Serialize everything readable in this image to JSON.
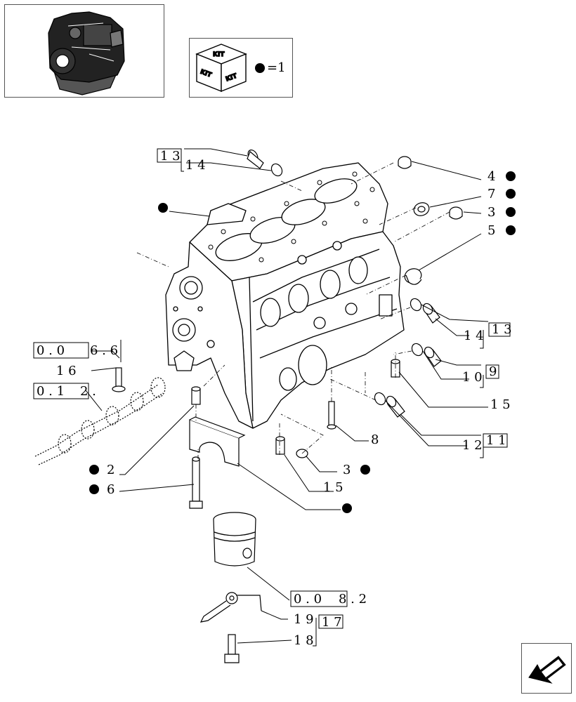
{
  "kit_legend": {
    "kit_word": "KIT",
    "equals_label": "=1"
  },
  "labels": {
    "l13a_box": "1 3",
    "l14a": "1 4",
    "l4": "4",
    "l7": "7",
    "l3a": "3",
    "l5": "5",
    "l14b": "1 4",
    "l13b_box": "1 3",
    "l10": "1 0",
    "l9_box": "9",
    "l15a": "1 5",
    "l12": "1 2",
    "l11_box": "1 1",
    "l8": "8",
    "l3b": "3",
    "l15b": "1 5",
    "l2": "2",
    "l6": "6",
    "l16": "1 6",
    "ref_006_box": "0 . 0",
    "ref_006_rest": "6 . 6",
    "ref_012_box": "0 . 1",
    "ref_012_rest": "2 .",
    "ref_008_box": "0 . 0",
    "ref_008_rest": "8 . 2",
    "l19": "1 9",
    "l17_box": "1 7",
    "l18": "1 8"
  }
}
